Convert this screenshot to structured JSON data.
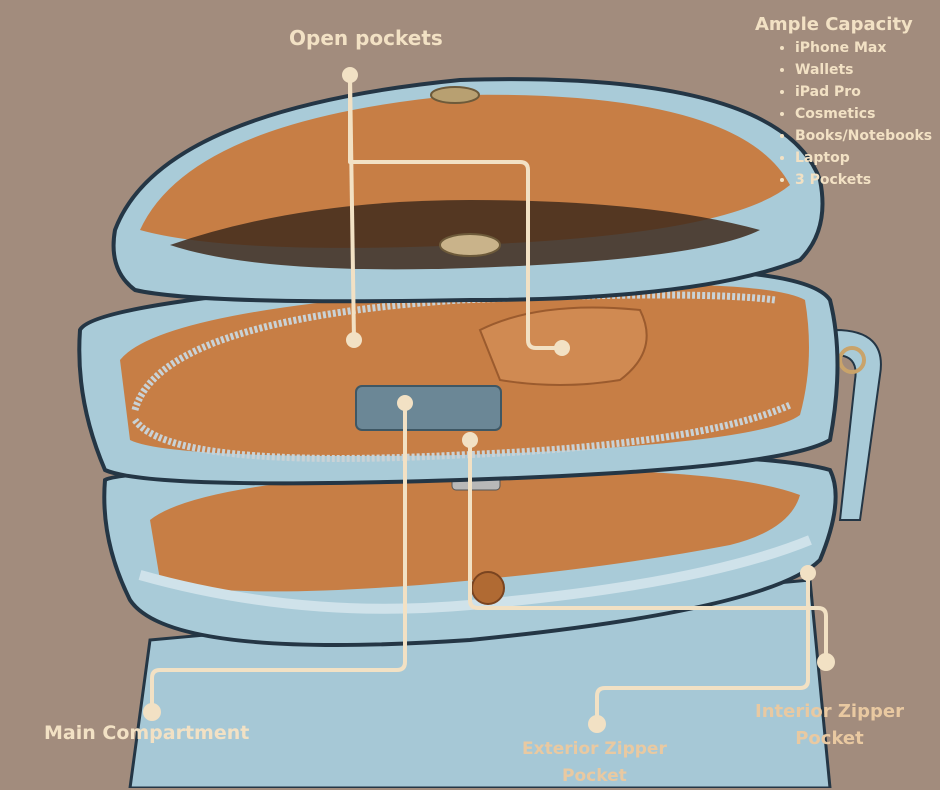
{
  "labels": {
    "open_pockets": "Open pockets",
    "main_compartment": "Main Compartment",
    "exterior_zipper_pocket": [
      "Exterior Zipper",
      "Pocket"
    ],
    "interior_zipper_pocket": [
      "Interior Zipper",
      "Pocket"
    ]
  },
  "capacity": {
    "title": "Ample Capacity",
    "items": [
      "iPhone Max",
      "Wallets",
      "iPad Pro",
      "Cosmetics",
      "Books/Notebooks",
      "Laptop",
      "3 Pockets"
    ]
  },
  "colors": {
    "background": "#a28c7d",
    "bag_leather": "#a9cbd8",
    "lining": "#c77e45",
    "callout": "#f2e1c4"
  }
}
